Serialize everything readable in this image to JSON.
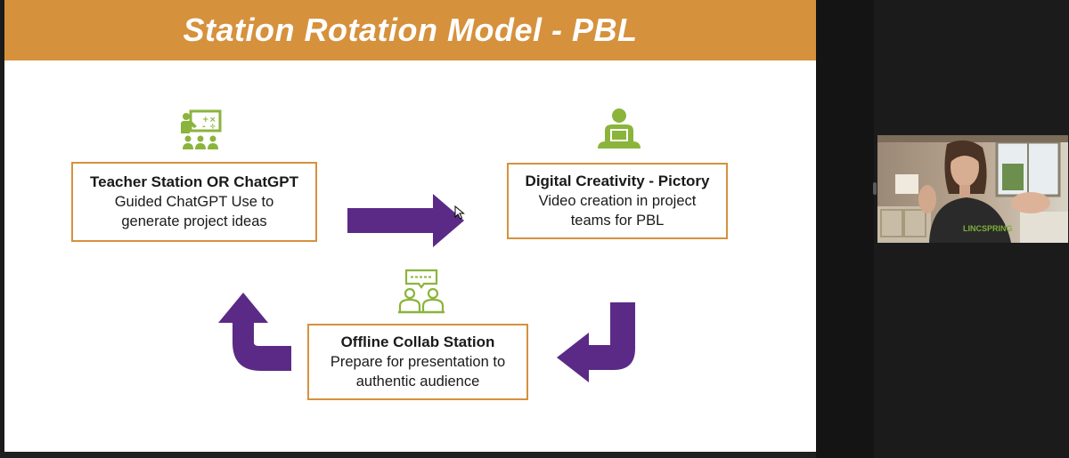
{
  "slide": {
    "title": "Station Rotation Model - PBL",
    "stations": {
      "teacher": {
        "title": "Teacher Station OR ChatGPT",
        "desc_lines": [
          "Guided ChatGPT Use to",
          "generate project ideas"
        ]
      },
      "digital": {
        "title": "Digital Creativity - Pictory",
        "desc_lines": [
          "Video creation in project",
          "teams for PBL"
        ]
      },
      "offline": {
        "title": "Offline Collab Station",
        "desc_lines": [
          "Prepare for presentation to",
          "authentic audience"
        ]
      }
    },
    "icons": {
      "teacher": "teacher-presentation-icon",
      "digital": "person-laptop-icon",
      "offline": "collaboration-chat-icon"
    }
  },
  "video": {
    "shirt_text": "LINCSPRING"
  },
  "colors": {
    "header": "#d6913d",
    "box_border": "#d6913d",
    "arrow": "#5b2a86",
    "icon_green": "#8bb43c"
  }
}
